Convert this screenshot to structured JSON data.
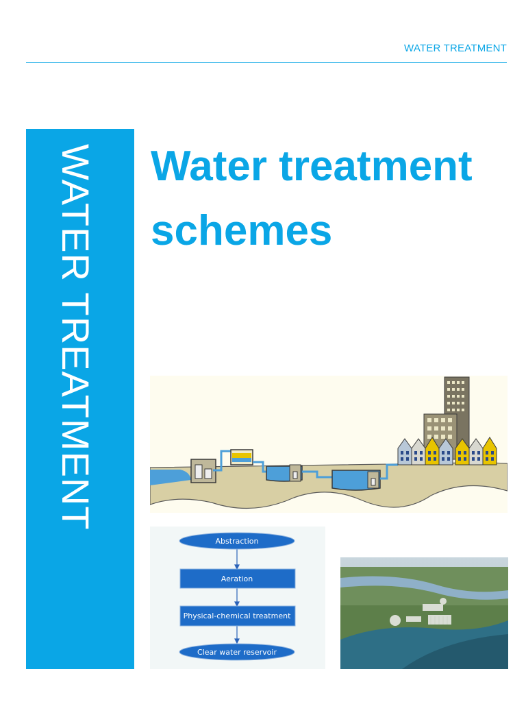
{
  "header": {
    "section_label": "WATER TREATMENT"
  },
  "sidebar": {
    "vertical_label": "WATER TREATMENT"
  },
  "title": {
    "line1": "Water treatment",
    "line2": "schemes"
  },
  "flowchart": {
    "steps": [
      {
        "label": "Abstraction",
        "shape": "ellipse"
      },
      {
        "label": "Aeration",
        "shape": "rectangle"
      },
      {
        "label": "Physical-chemical treatment",
        "shape": "rectangle"
      },
      {
        "label": "Clear water reservoir",
        "shape": "ellipse"
      }
    ]
  },
  "colors": {
    "accent": "#0aa6e6",
    "flow_box": "#1e6cc8",
    "ground": "#d8cfa4",
    "water": "#4d9fd9"
  }
}
